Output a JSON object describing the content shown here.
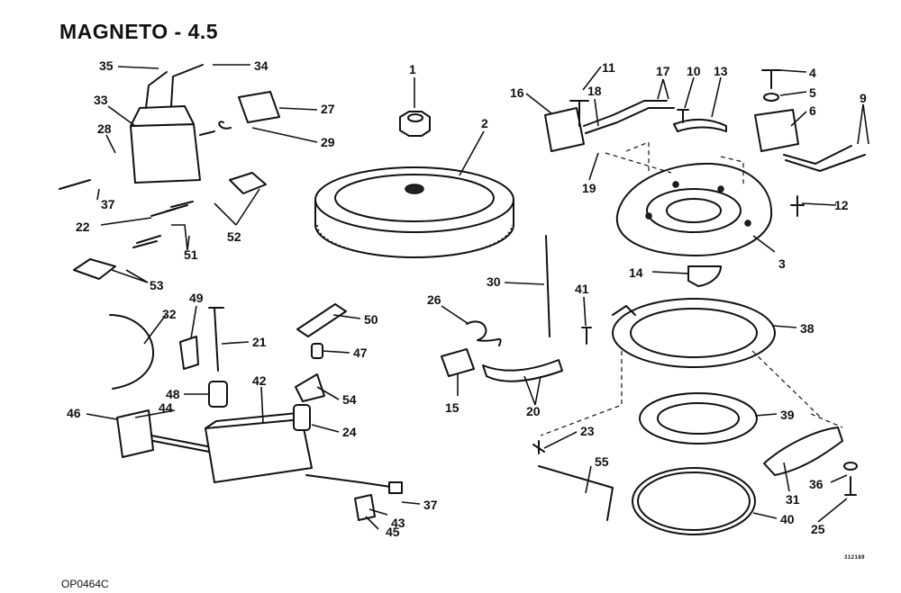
{
  "title": "MAGNETO - 4.5",
  "footer_code": "OP0464C",
  "small_code": "312189",
  "callouts": [
    {
      "id": "c1",
      "text": "1"
    },
    {
      "id": "c2",
      "text": "2"
    },
    {
      "id": "c3",
      "text": "3"
    },
    {
      "id": "c4",
      "text": "4"
    },
    {
      "id": "c5",
      "text": "5"
    },
    {
      "id": "c6",
      "text": "6"
    },
    {
      "id": "c9",
      "text": "9"
    },
    {
      "id": "c10",
      "text": "10"
    },
    {
      "id": "c11",
      "text": "11"
    },
    {
      "id": "c12",
      "text": "12"
    },
    {
      "id": "c13",
      "text": "13"
    },
    {
      "id": "c14",
      "text": "14"
    },
    {
      "id": "c15",
      "text": "15"
    },
    {
      "id": "c16",
      "text": "16"
    },
    {
      "id": "c17",
      "text": "17"
    },
    {
      "id": "c18",
      "text": "18"
    },
    {
      "id": "c19",
      "text": "19"
    },
    {
      "id": "c20",
      "text": "20"
    },
    {
      "id": "c21",
      "text": "21"
    },
    {
      "id": "c22",
      "text": "22"
    },
    {
      "id": "c23",
      "text": "23"
    },
    {
      "id": "c24",
      "text": "24"
    },
    {
      "id": "c25",
      "text": "25"
    },
    {
      "id": "c26",
      "text": "26"
    },
    {
      "id": "c27",
      "text": "27"
    },
    {
      "id": "c28",
      "text": "28"
    },
    {
      "id": "c29",
      "text": "29"
    },
    {
      "id": "c30",
      "text": "30"
    },
    {
      "id": "c31",
      "text": "31"
    },
    {
      "id": "c32",
      "text": "32"
    },
    {
      "id": "c33",
      "text": "33"
    },
    {
      "id": "c34",
      "text": "34"
    },
    {
      "id": "c35",
      "text": "35"
    },
    {
      "id": "c36",
      "text": "36"
    },
    {
      "id": "c37a",
      "text": "37"
    },
    {
      "id": "c37b",
      "text": "37"
    },
    {
      "id": "c38",
      "text": "38"
    },
    {
      "id": "c39",
      "text": "39"
    },
    {
      "id": "c40",
      "text": "40"
    },
    {
      "id": "c41",
      "text": "41"
    },
    {
      "id": "c42",
      "text": "42"
    },
    {
      "id": "c43",
      "text": "43"
    },
    {
      "id": "c44",
      "text": "44"
    },
    {
      "id": "c45",
      "text": "45"
    },
    {
      "id": "c46",
      "text": "46"
    },
    {
      "id": "c47",
      "text": "47"
    },
    {
      "id": "c48",
      "text": "48"
    },
    {
      "id": "c49",
      "text": "49"
    },
    {
      "id": "c50",
      "text": "50"
    },
    {
      "id": "c51",
      "text": "51"
    },
    {
      "id": "c52",
      "text": "52"
    },
    {
      "id": "c53",
      "text": "53"
    },
    {
      "id": "c54",
      "text": "54"
    },
    {
      "id": "c55",
      "text": "55"
    }
  ]
}
